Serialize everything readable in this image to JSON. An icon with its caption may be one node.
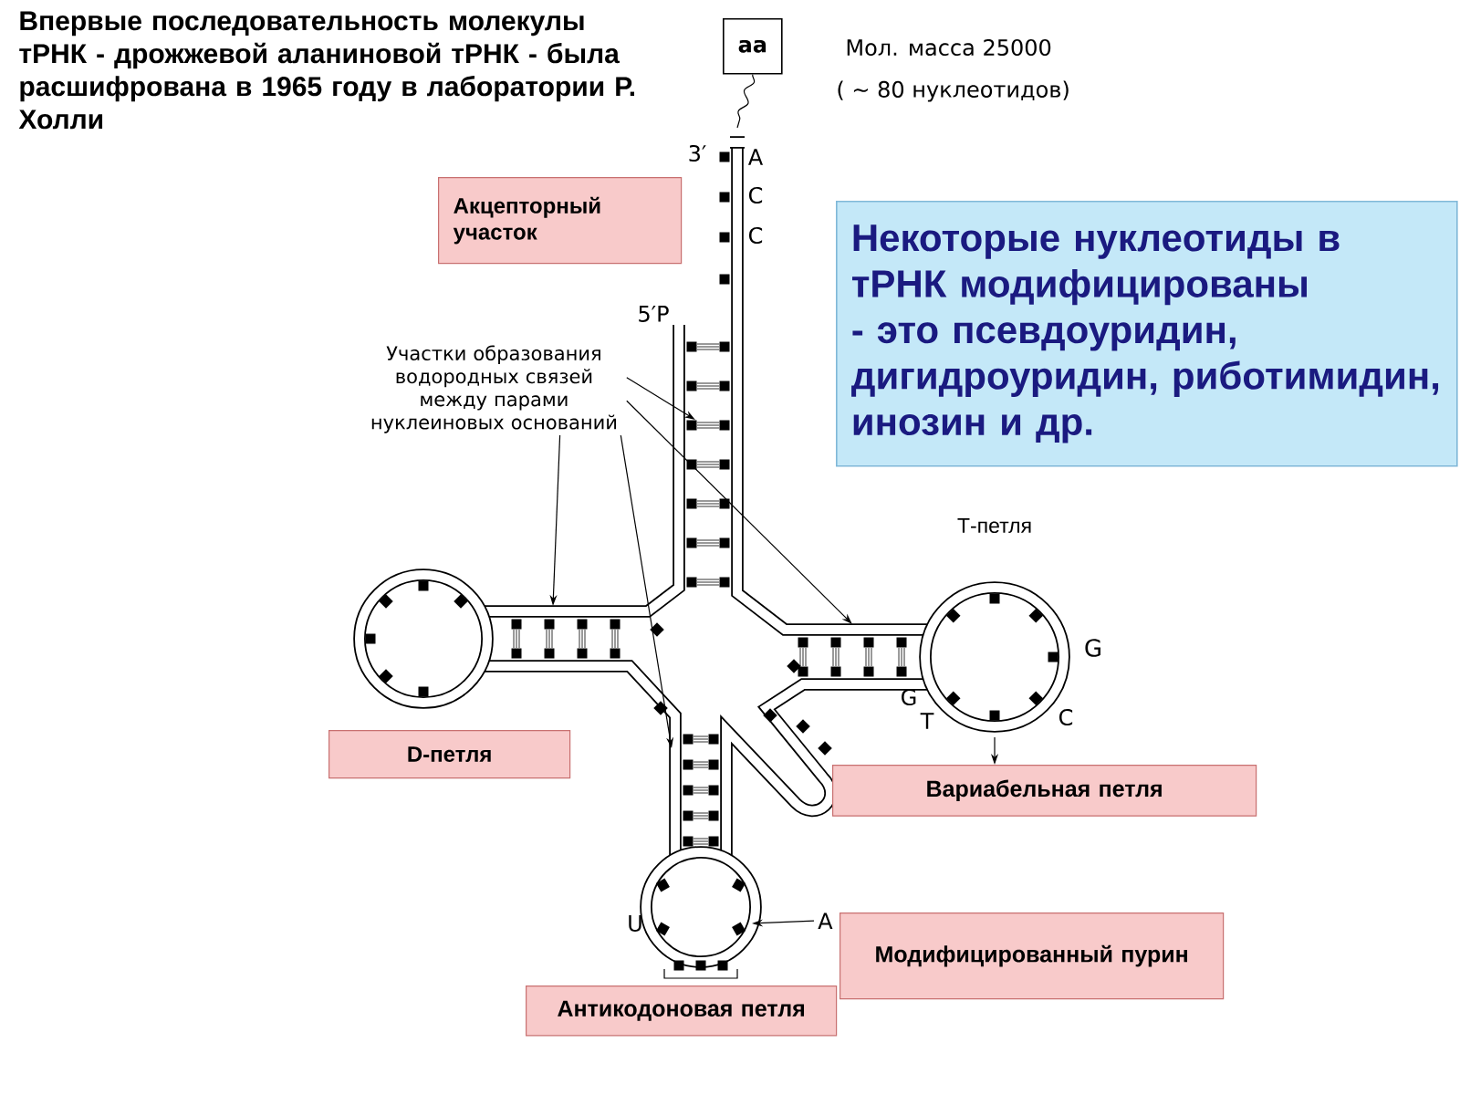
{
  "diagram": {
    "title": "Впервые последовательность молекулы тРНК - дрожжевой аланиновой тРНК - была расшифрована в 1965 году в лаборатории Р. Холли",
    "nodes": [
      {
        "text": [
          "aa"
        ]
      },
      {
        "text": [
          "Акцепторный участок"
        ]
      },
      {
        "text": [
          "Некоторые нуклеотиды в тРНК модифицированы - это псевдоуридин, дигидроуридин, риботимидин, инозин и др."
        ]
      },
      {
        "text": [
          "Участки образования водородных связей между парами нуклеиновых оснований"
        ]
      },
      {
        "text": [
          "D-петля"
        ]
      },
      {
        "text": [
          "Вариабельная петля"
        ]
      },
      {
        "text": [
          "Модифицированный пурин"
        ]
      },
      {
        "text": [
          "Антикодоновая петля"
        ]
      },
      {
        "text": [
          "A"
        ]
      }
    ],
    "edges": [
      {
        "from": 0,
        "to": null,
        "arrow": "none"
      },
      {
        "from": 3,
        "to": null,
        "arrow": "to"
      },
      {
        "from": 3,
        "to": null,
        "arrow": "to"
      },
      {
        "from": 3,
        "to": null,
        "arrow": "to"
      },
      {
        "from": 3,
        "to": null,
        "arrow": "to"
      },
      {
        "from": 8,
        "to": null,
        "arrow": "to"
      },
      {
        "from": null,
        "to": 5,
        "arrow": "to"
      }
    ],
    "labels": [
      "Мол. масса 25000",
      "( ∼ 80 нуклеотидов)",
      "3′",
      "A",
      "C",
      "C",
      "5′P",
      "Т-петля",
      "G",
      "G",
      "T",
      "C",
      "U"
    ]
  }
}
